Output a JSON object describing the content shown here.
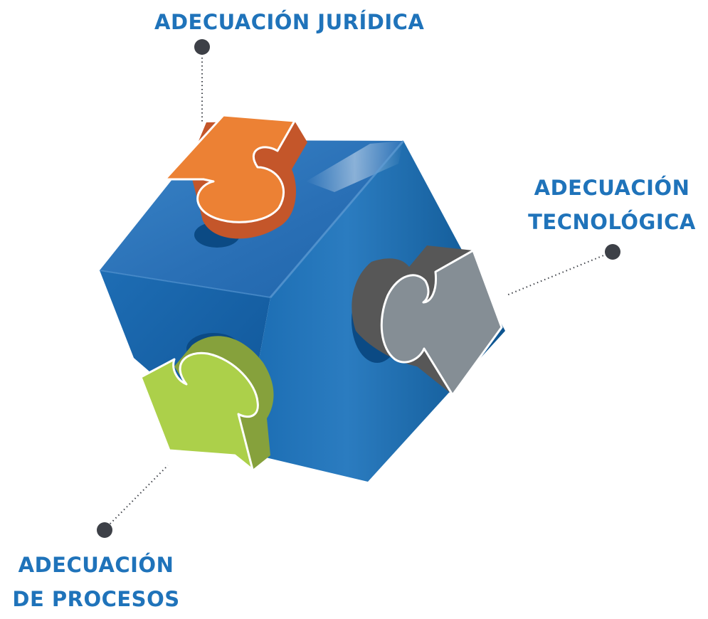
{
  "labels": {
    "juridica": [
      "ADECUACIÓN JURÍDICA"
    ],
    "tecnologica": [
      "ADECUACIÓN",
      "TECNOLÓGICA"
    ],
    "procesos": [
      "ADECUACIÓN",
      "DE PROCESOS"
    ]
  },
  "colors": {
    "label_text": "#1f73ba",
    "callout_dot": "#3d4047",
    "cube_top": "#2a70b6",
    "cube_left": "#1763a8",
    "cube_right": "#0f5d9f",
    "piece_orange": "#ec8134",
    "piece_orange_side": "#c4562a",
    "piece_gray": "#858e95",
    "piece_gray_side": "#575757",
    "piece_green": "#acd04a",
    "piece_green_side": "#86a13c"
  }
}
